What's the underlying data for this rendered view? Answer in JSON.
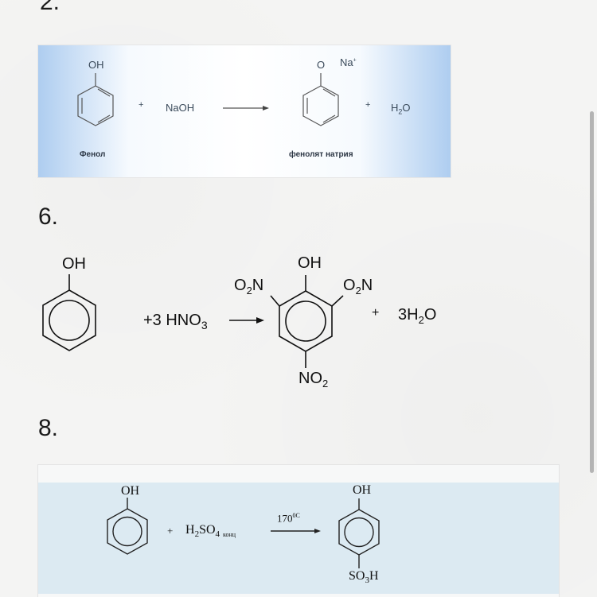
{
  "items": [
    {
      "number": "2.",
      "phenol_oh": "OH",
      "plus1": "+",
      "reagent": "NaOH",
      "product_o": "O",
      "product_na": "Na",
      "product_charge": "+",
      "plus2": "+",
      "water": "H",
      "water_sub": "2",
      "water_end": "O",
      "caption_left": "Фенол",
      "caption_right": "фенолят натрия"
    },
    {
      "number": "6.",
      "phenol_oh": "OH",
      "reagent": "+3 HNO",
      "reagent_sub": "3",
      "product_oh": "OH",
      "no2_left": "O",
      "no2_left_sub": "2",
      "no2_left_end": "N",
      "no2_right": "O",
      "no2_right_sub": "2",
      "no2_right_end": "N",
      "no2_bottom": "NO",
      "no2_bottom_sub": "2",
      "plus": "+",
      "water": "3H",
      "water_sub": "2",
      "water_end": "O"
    },
    {
      "number": "8.",
      "phenol_oh": "OH",
      "plus": "+",
      "reagent": "H",
      "reagent_sub1": "2",
      "reagent_mid": "SO",
      "reagent_sub2": "4",
      "reagent_note": "конц",
      "condition": "170",
      "condition_sup": "0C",
      "product_oh": "OH",
      "product_so3h": "SO",
      "product_so3h_sub": "3",
      "product_so3h_end": "H"
    }
  ]
}
